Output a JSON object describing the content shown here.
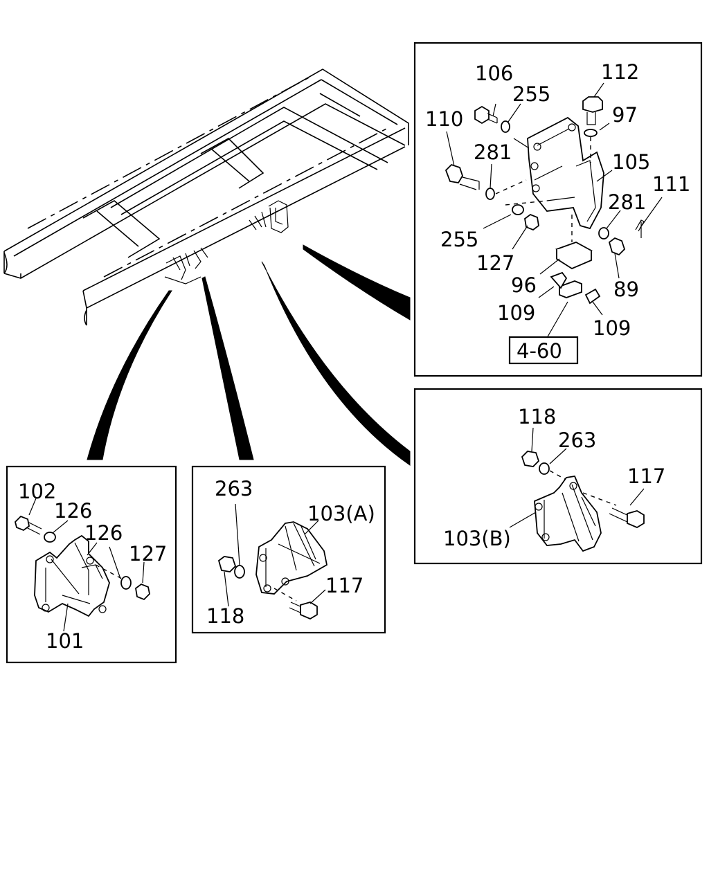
{
  "diagram": {
    "panels": {
      "top_right": {
        "labels": [
          "106",
          "255",
          "112",
          "97",
          "110",
          "281",
          "105",
          "111",
          "281",
          "255",
          "127",
          "96",
          "89",
          "109",
          "109"
        ],
        "reference": "4-60"
      },
      "middle_right": {
        "labels": [
          "118",
          "263",
          "117",
          "103(B)"
        ]
      },
      "bottom_left": {
        "labels": [
          "102",
          "126",
          "126",
          "127",
          "101"
        ]
      },
      "bottom_middle": {
        "labels": [
          "263",
          "103(A)",
          "117",
          "118"
        ]
      }
    }
  }
}
